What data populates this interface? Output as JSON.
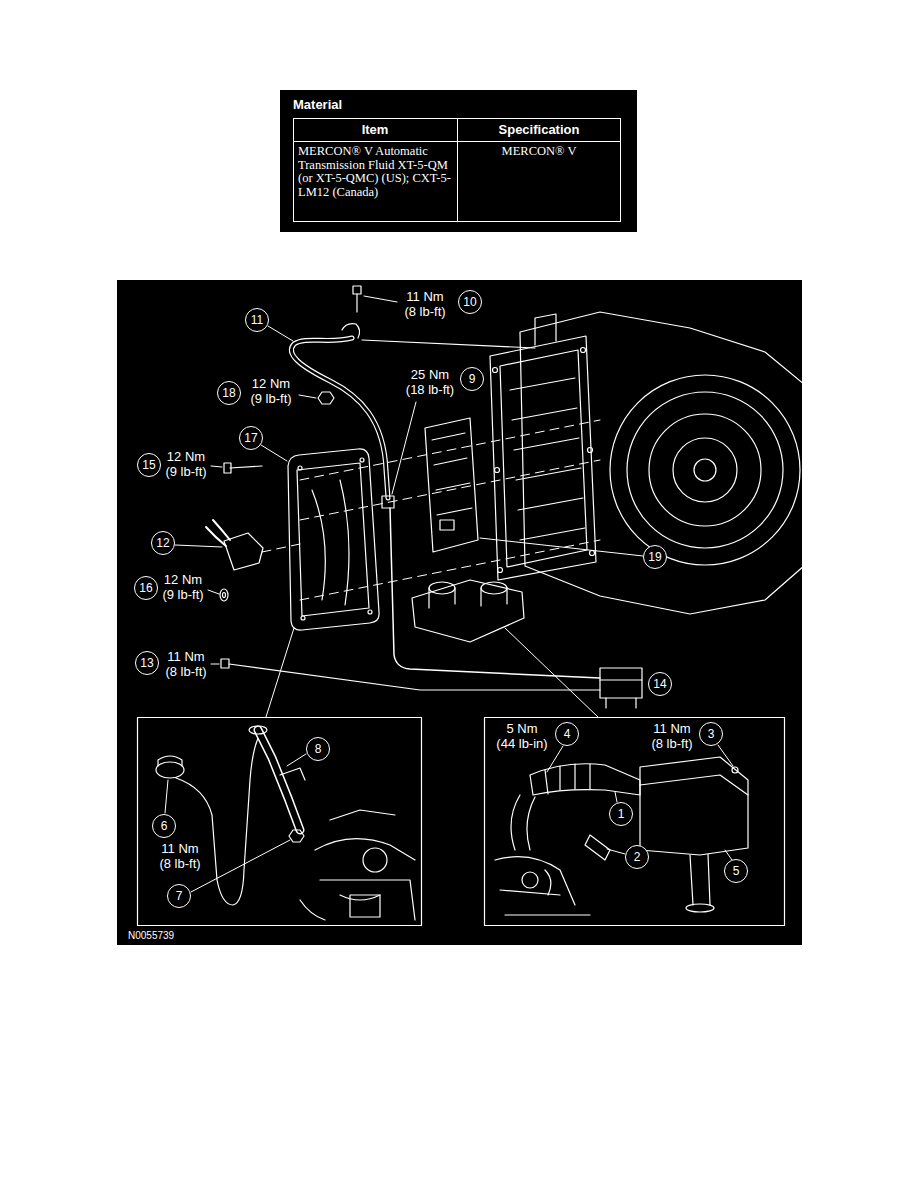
{
  "diagram": {
    "nodes": [
      {
        "text": [
          "Material"
        ]
      },
      {
        "text": [
          "N0055739"
        ]
      },
      {
        "text": [
          "10"
        ],
        "in": 1
      },
      {
        "text": [
          "11"
        ],
        "in": 1
      },
      {
        "text": [
          "9"
        ],
        "in": 1
      },
      {
        "text": [
          "18"
        ],
        "in": 1
      },
      {
        "text": [
          "17"
        ],
        "in": 1
      },
      {
        "text": [
          "15"
        ],
        "in": 1
      },
      {
        "text": [
          "12"
        ],
        "in": 1
      },
      {
        "text": [
          "19"
        ],
        "in": 1
      },
      {
        "text": [
          "16"
        ],
        "in": 1
      },
      {
        "text": [
          "13"
        ],
        "in": 1
      },
      {
        "text": [
          "14"
        ],
        "in": 1
      },
      {
        "text": [
          "8"
        ],
        "in": 1
      },
      {
        "text": [
          "4"
        ],
        "in": 1
      },
      {
        "text": [
          "3"
        ],
        "in": 1
      },
      {
        "text": [
          "6"
        ],
        "in": 1
      },
      {
        "text": [
          "1"
        ],
        "in": 1
      },
      {
        "text": [
          "2"
        ],
        "in": 1
      },
      {
        "text": [
          "5"
        ],
        "in": 1
      },
      {
        "text": [
          "7"
        ],
        "in": 1
      }
    ],
    "labels": [
      "Item",
      "Specification",
      "MERCON® V Automatic Transmission Fluid XT-5-QM (or XT-5-QMC) (US); CXT-5-LM12 (Canada)",
      "MERCON® V",
      "11 Nm (8 lb-ft)",
      "25 Nm (18 lb-ft)",
      "12 Nm (9 lb-ft)",
      "12 Nm (9 lb-ft)",
      "12 Nm (9 lb-ft)",
      "11 Nm (8 lb-ft)",
      "11 Nm (8 lb-ft)",
      "5 Nm (44 lb-in)",
      "11 Nm (8 lb-ft)"
    ]
  }
}
